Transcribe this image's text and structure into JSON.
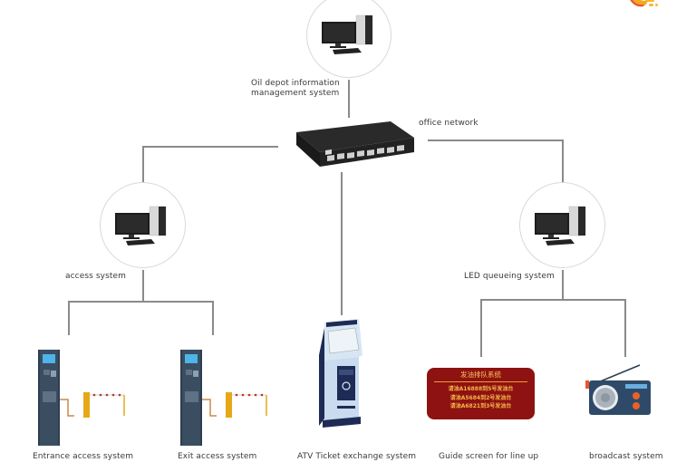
{
  "diagram": {
    "nodes": {
      "central": {
        "label_line1": "Oil depot information",
        "label_line2": "management system",
        "icon": "desktop-computer-icon"
      },
      "switch": {
        "label": "office network",
        "icon": "network-switch-icon"
      },
      "access": {
        "label": "access system",
        "icon": "desktop-computer-icon"
      },
      "led_queue": {
        "label": "LED queueing system",
        "icon": "desktop-computer-icon"
      },
      "entrance": {
        "label": "Entrance access system",
        "icon": "access-terminal-barrier-icon"
      },
      "exit": {
        "label": "Exit access system",
        "icon": "access-terminal-barrier-icon"
      },
      "atv": {
        "label": "ATV Ticket exchange system",
        "icon": "ticket-kiosk-icon"
      },
      "guide": {
        "label": "Guide screen for line up",
        "icon": "led-screen-icon"
      },
      "broadcast": {
        "label": "broadcast system",
        "icon": "radio-icon"
      }
    },
    "led_screen": {
      "title": "发油排队系统",
      "rows": [
        "请油A16888到5号发油台",
        "请油A5684到2号发油台",
        "请油A6821到3号发油台"
      ],
      "background": "#8e1212",
      "text_color": "#f5b545"
    },
    "edges": [
      [
        "central",
        "switch"
      ],
      [
        "switch",
        "access"
      ],
      [
        "switch",
        "led_queue"
      ],
      [
        "switch",
        "atv"
      ],
      [
        "access",
        "entrance"
      ],
      [
        "access",
        "exit"
      ],
      [
        "led_queue",
        "guide"
      ],
      [
        "led_queue",
        "broadcast"
      ]
    ],
    "colors": {
      "line": "#8a8a8a",
      "circle_border": "#d9d9d9",
      "brand_accent": "#f5a623"
    }
  }
}
